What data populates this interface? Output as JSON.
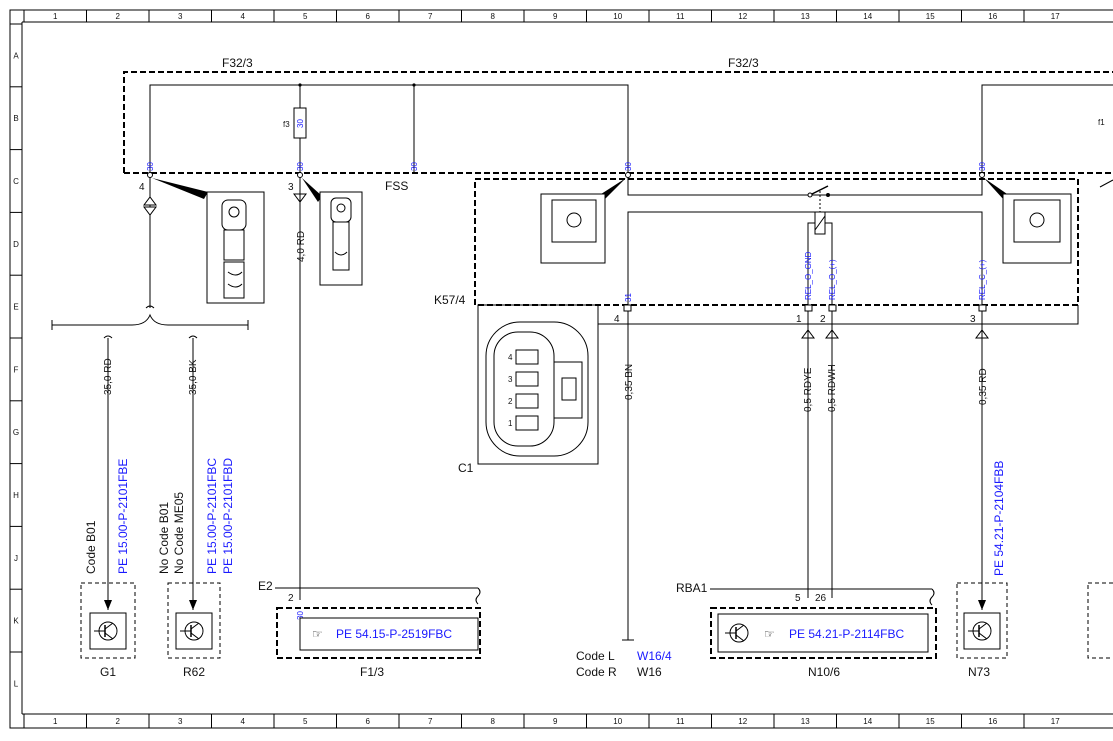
{
  "frame": {
    "cols": [
      "1",
      "2",
      "3",
      "4",
      "5",
      "6",
      "7",
      "8",
      "9",
      "10",
      "11",
      "12",
      "13",
      "14",
      "15",
      "16",
      "17"
    ],
    "rows": [
      "A",
      "B",
      "C",
      "D",
      "E",
      "F",
      "G",
      "H",
      "J",
      "K",
      "L"
    ]
  },
  "fuse_box": {
    "name_left": "F32/3",
    "name_right": "F32/3",
    "fuse_label": "f3",
    "fuse_rating": "30",
    "edge_fuse_label": "f1",
    "terminals": [
      "30",
      "30",
      "30",
      "30",
      "30"
    ],
    "terminal_31": "31",
    "pins": {
      "p4": "4",
      "p3": "3",
      "fss": "FSS",
      "r4": "4",
      "r3": "3"
    }
  },
  "relay": {
    "name": "K57/4",
    "pin_labels": [
      "REL_O_GND",
      "REL_O_(+)",
      "REL_C_(+)"
    ],
    "pins": [
      "1",
      "2",
      "3"
    ]
  },
  "connector": {
    "name": "C1",
    "pins": [
      "4",
      "3",
      "2",
      "1"
    ]
  },
  "wires": {
    "w_35rd": "35,0 RD",
    "w_35bk": "35,0 BK",
    "w_4rd": "4,0 RD",
    "w_035bn": "0,35 BN",
    "w_05rdye": "0,5 RDYE",
    "w_05rdwh": "0,5 RDWH",
    "w_035rd": "0,35 RD"
  },
  "refs": {
    "g1": "PE 15.00-P-2101FBE",
    "r62_a": "PE 15.00-P-2101FBC",
    "r62_b": "PE 15.00-P-2101FBD",
    "n73": "PE 54.21-P-2104FBB",
    "f13": "PE 54.15-P-2519FBC",
    "n106": "PE 54.21-P-2114FBC"
  },
  "codes": {
    "code_b01": "Code B01",
    "no_code_b01": "No Code B01",
    "no_code_me05": "No Code ME05",
    "code_l": "Code L",
    "code_r": "Code R",
    "code_l_val": "W16/4",
    "code_r_val": "W16"
  },
  "components": {
    "g1": "G1",
    "r62": "R62",
    "f13": "F1/3",
    "n106": "N10/6",
    "n73": "N73",
    "e2": "E2",
    "rba1": "RBA1",
    "e2_pin": "2",
    "e2_term": "30",
    "rba_pin5": "5",
    "rba_pin26": "26"
  }
}
